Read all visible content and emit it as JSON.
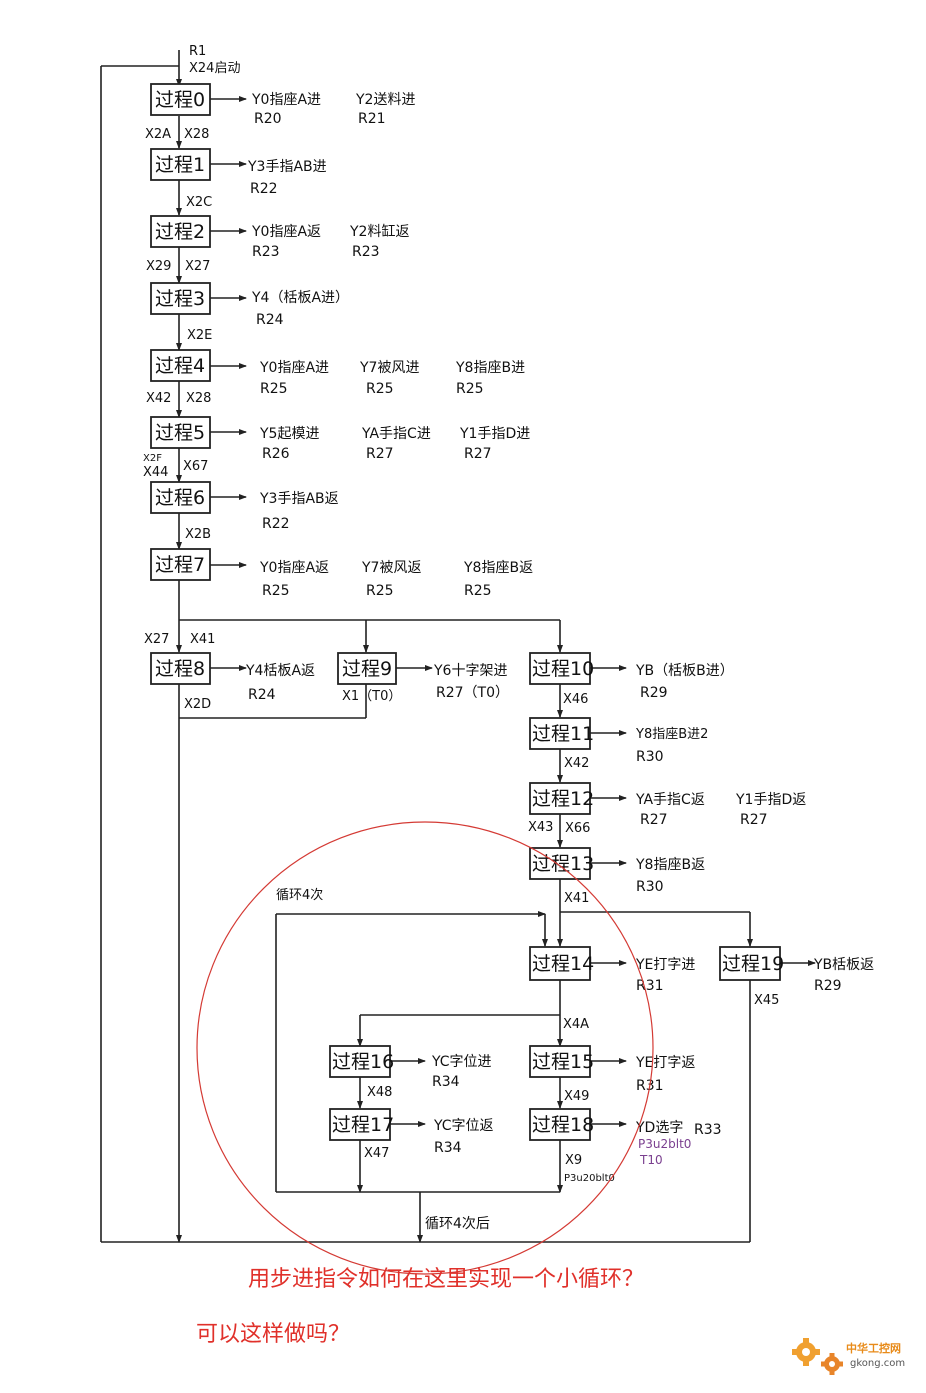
{
  "top": {
    "start": "R1",
    "auto": "X24启动"
  },
  "steps": {
    "s0": "过程0",
    "s1": "过程1",
    "s2": "过程2",
    "s3": "过程3",
    "s4": "过程4",
    "s5": "过程5",
    "s6": "过程6",
    "s7": "过程7",
    "s8": "过程8",
    "s9": "过程9",
    "s10": "过程10",
    "s11": "过程11",
    "s12": "过程12",
    "s13": "过程13",
    "s14": "过程14",
    "s15": "过程15",
    "s16": "过程16",
    "s17": "过程17",
    "s18": "过程18",
    "s19": "过程19"
  },
  "outputs": {
    "o0a": "Y0指座A进",
    "o0b": "Y2送料进",
    "r0a": "R20",
    "r0b": "R21",
    "o1a": "Y3手指AB进",
    "r1a": "R22",
    "o2a": "Y0指座A返",
    "o2b": "Y2料缸返",
    "r2a": "R23",
    "r2b": "R23",
    "o3a": "Y4（栝板A进）",
    "r3a": "R24",
    "o4a": "Y0指座A进",
    "o4b": "Y7被风进",
    "o4c": "Y8指座B进",
    "r4a": "R25",
    "r4b": "R25",
    "r4c": "R25",
    "o5a": "Y5起模进",
    "o5b": "YA手指C进",
    "o5c": "Y1手指D进",
    "r5a": "R26",
    "r5b": "R27",
    "r5c": "R27",
    "o6a": "Y3手指AB返",
    "r6a": "R22",
    "o7a": "Y0指座A返",
    "o7b": "Y7被风返",
    "o7c": "Y8指座B返",
    "r7a": "R25",
    "r7b": "R25",
    "r7c": "R25",
    "o8a": "Y4栝板A返",
    "r8a": "R24",
    "o9a": "Y6十字架进",
    "r9a": "R27（T0）",
    "o10a": "YB（栝板B进）",
    "r10a": "R29",
    "o11a": "Y8指座B进2",
    "r11a": "R30",
    "o12a": "YA手指C返",
    "o12b": "Y1手指D返",
    "r12a": "R27",
    "r12b": "R27",
    "o13a": "Y8指座B返",
    "r13a": "R30",
    "o14a": "YE打字进",
    "r14a": "R31",
    "o15a": "YE打字返",
    "r15a": "R31",
    "o16a": "YC字位进",
    "r16a": "R34",
    "o17a": "YC字位返",
    "r17a": "R34",
    "o18a": "YD选字",
    "r18a": "R33",
    "p18a": "P3u2blt0",
    "p18b": "T10",
    "o19a": "YB栝板返",
    "r19a": "R29"
  },
  "conditions": {
    "c0a": "X2A",
    "c0b": "X28",
    "c1": "X2C",
    "c2a": "X29",
    "c2b": "X27",
    "c3": "X2E",
    "c4a": "X42",
    "c4b": "X28",
    "c5a": "X2F",
    "c5b": "X44",
    "c5c": "X67",
    "c6": "X2B",
    "c7a": "X27",
    "c7b": "X41",
    "c8": "X2D",
    "c9": "X1（T0）",
    "c10": "X46",
    "c11": "X42",
    "c12a": "X43",
    "c12b": "X66",
    "c13": "X41",
    "c14": "X4A",
    "c15": "X49",
    "c16": "X48",
    "c17": "X47",
    "c18": "X9",
    "c18b": "P3u20blt0",
    "c19": "X45"
  },
  "loop": {
    "label": "循环4次",
    "after": "循环4次后"
  },
  "question": {
    "line1": "用步进指令如何在这里实现一个小循环？",
    "line2": "可以这样做吗？"
  },
  "watermark": {
    "brand": "中华工控网",
    "site": "gkong.com"
  }
}
